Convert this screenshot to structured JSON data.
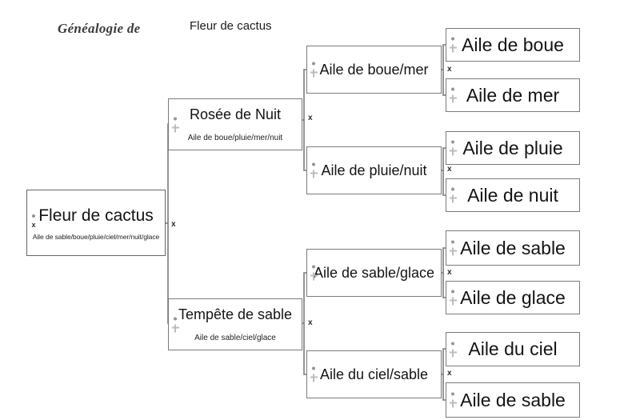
{
  "header": {
    "script_title": "Généalogie de",
    "person_label": "Fleur de cactus"
  },
  "symbols": {
    "union": "x"
  },
  "tree": {
    "root": {
      "name": "Fleur de cactus",
      "subtitle": "Aile de sable/boue/pluie/ciel/mer/nuit/glace"
    },
    "parents": [
      {
        "name": "Rosée de Nuit",
        "subtitle": "Aile de boue/pluie/mer/nuit"
      },
      {
        "name": "Tempête de sable",
        "subtitle": "Aile de sable/ciel/glace"
      }
    ],
    "grandparents": [
      {
        "name": "Aile de boue/mer"
      },
      {
        "name": "Aile de pluie/nuit"
      },
      {
        "name": "Aile de sable/glace"
      },
      {
        "name": "Aile du ciel/sable"
      }
    ],
    "great_grandparents": [
      {
        "name": "Aile de boue"
      },
      {
        "name": "Aile de mer"
      },
      {
        "name": "Aile de pluie"
      },
      {
        "name": "Aile de nuit"
      },
      {
        "name": "Aile de sable"
      },
      {
        "name": "Aile de glace"
      },
      {
        "name": "Aile du ciel"
      },
      {
        "name": "Aile de sable"
      }
    ]
  },
  "colors": {
    "line": "#7b7b7b",
    "border": "#7b7b7b",
    "text": "#141414",
    "icon_gray": "#bcbcbc"
  }
}
